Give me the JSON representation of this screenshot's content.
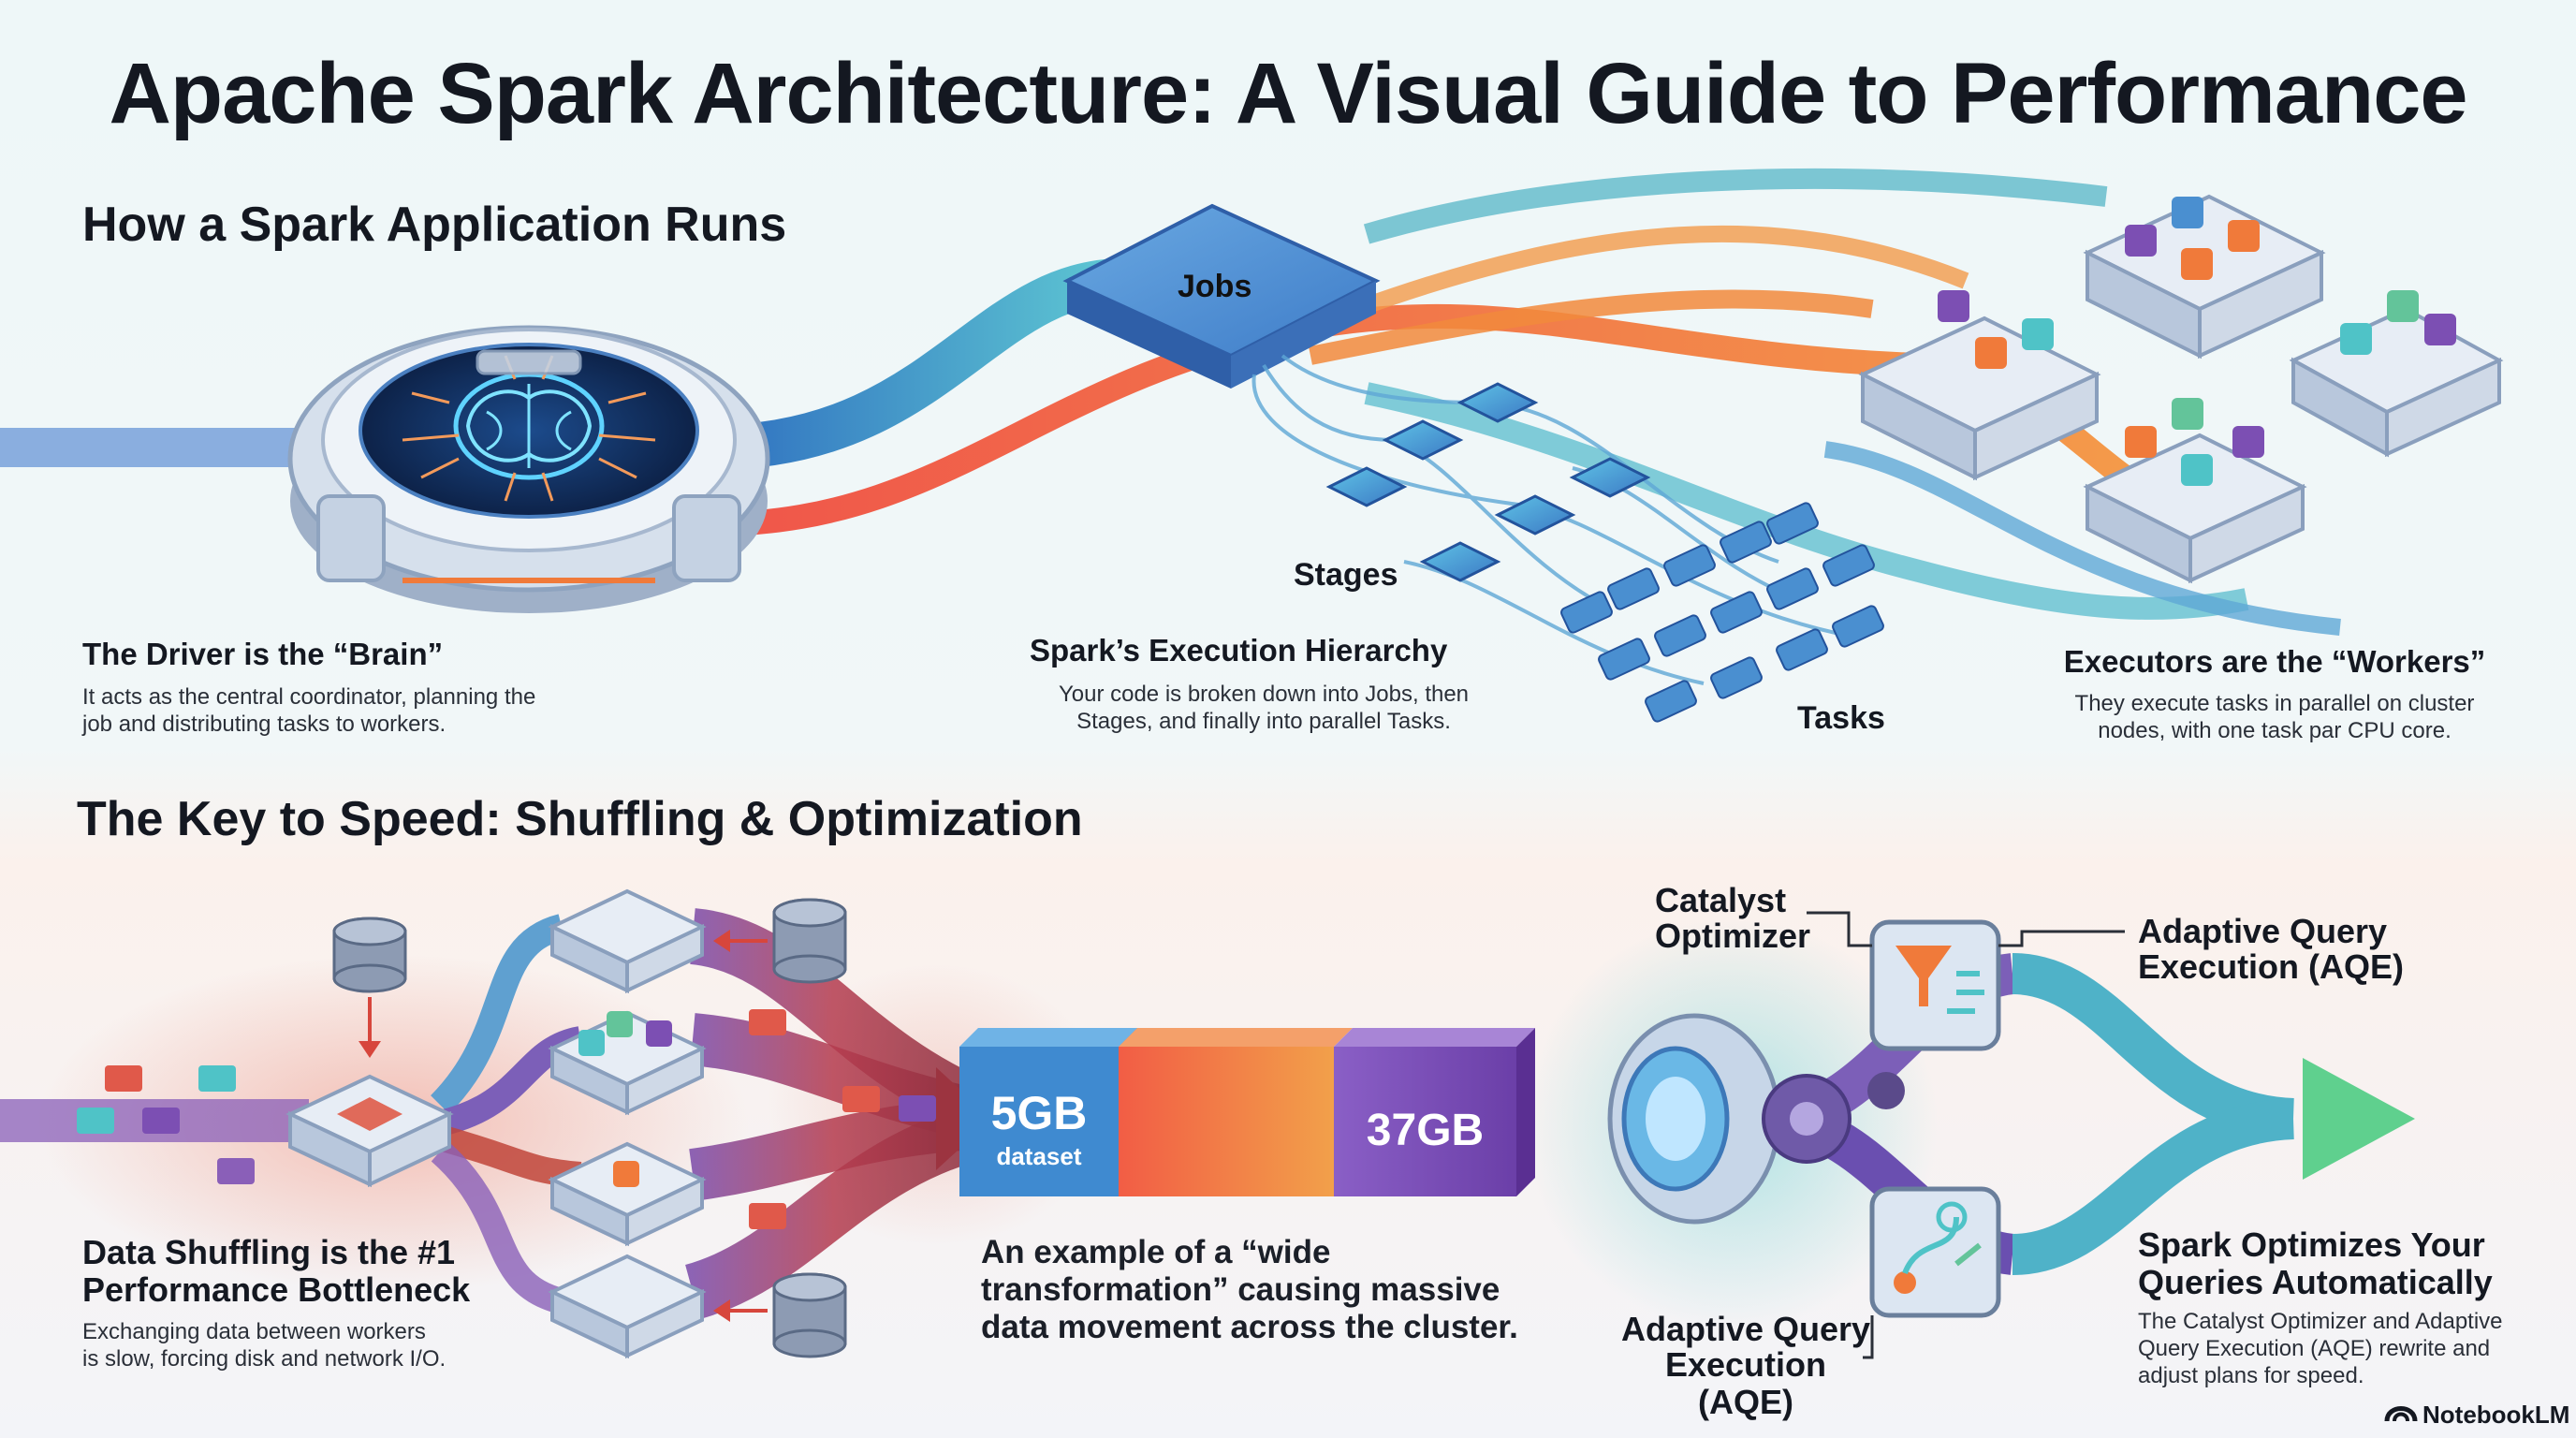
{
  "title": "Apache Spark Architecture: A Visual Guide to Performance",
  "section1": {
    "heading": "How a Spark Application Runs",
    "driver": {
      "title": "The Driver is the “Brain”",
      "desc_line1": "It acts as the central coordinator, planning the",
      "desc_line2": "job and distributing tasks to workers."
    },
    "hierarchy": {
      "jobs_label": "Jobs",
      "stages_label": "Stages",
      "tasks_label": "Tasks",
      "title": "Spark’s Execution Hierarchy",
      "desc_line1": "Your code is broken down into Jobs, then",
      "desc_line2": "Stages, and finally into parallel Tasks."
    },
    "executors": {
      "title": "Executors are the “Workers”",
      "desc_line1": "They execute tasks in parallel on cluster",
      "desc_line2": "nodes, with one task par CPU core."
    }
  },
  "section2": {
    "heading": "The Key to Speed: Shuffling & Optimization",
    "shuffle": {
      "title_line1": "Data Shuffling is the #1",
      "title_line2": "Performance Bottleneck",
      "desc_line1": "Exchanging data between workers",
      "desc_line2": "is slow, forcing disk and network I/O."
    },
    "wide": {
      "input_size": "5GB",
      "input_unit": "dataset",
      "output_size": "37GB",
      "desc_line1": "An example of a “wide",
      "desc_line2": "transformation” causing massive",
      "desc_line3": "data movement across the cluster."
    },
    "optimizer": {
      "catalyst_line1": "Catalyst",
      "catalyst_line2": "Optimizer",
      "aqe_top_line1": "Adaptive Query",
      "aqe_top_line2": "Execution (AQE)",
      "aqe_bottom_line1": "Adaptive Query",
      "aqe_bottom_line2": "Execution (AQE)",
      "title_line1": "Spark Optimizes Your",
      "title_line2": "Queries Automatically",
      "desc_line1": "The Catalyst Optimizer and Adaptive",
      "desc_line2": "Query Execution (AQE) rewrite and",
      "desc_line3": "adjust plans for speed."
    }
  },
  "branding": "NotebookLM",
  "colors": {
    "blue": "#4a8fd0",
    "teal": "#4fc3c7",
    "orange": "#f07a3a",
    "purple": "#7c4fb3",
    "red": "#c8453c",
    "green": "#63c49a"
  }
}
